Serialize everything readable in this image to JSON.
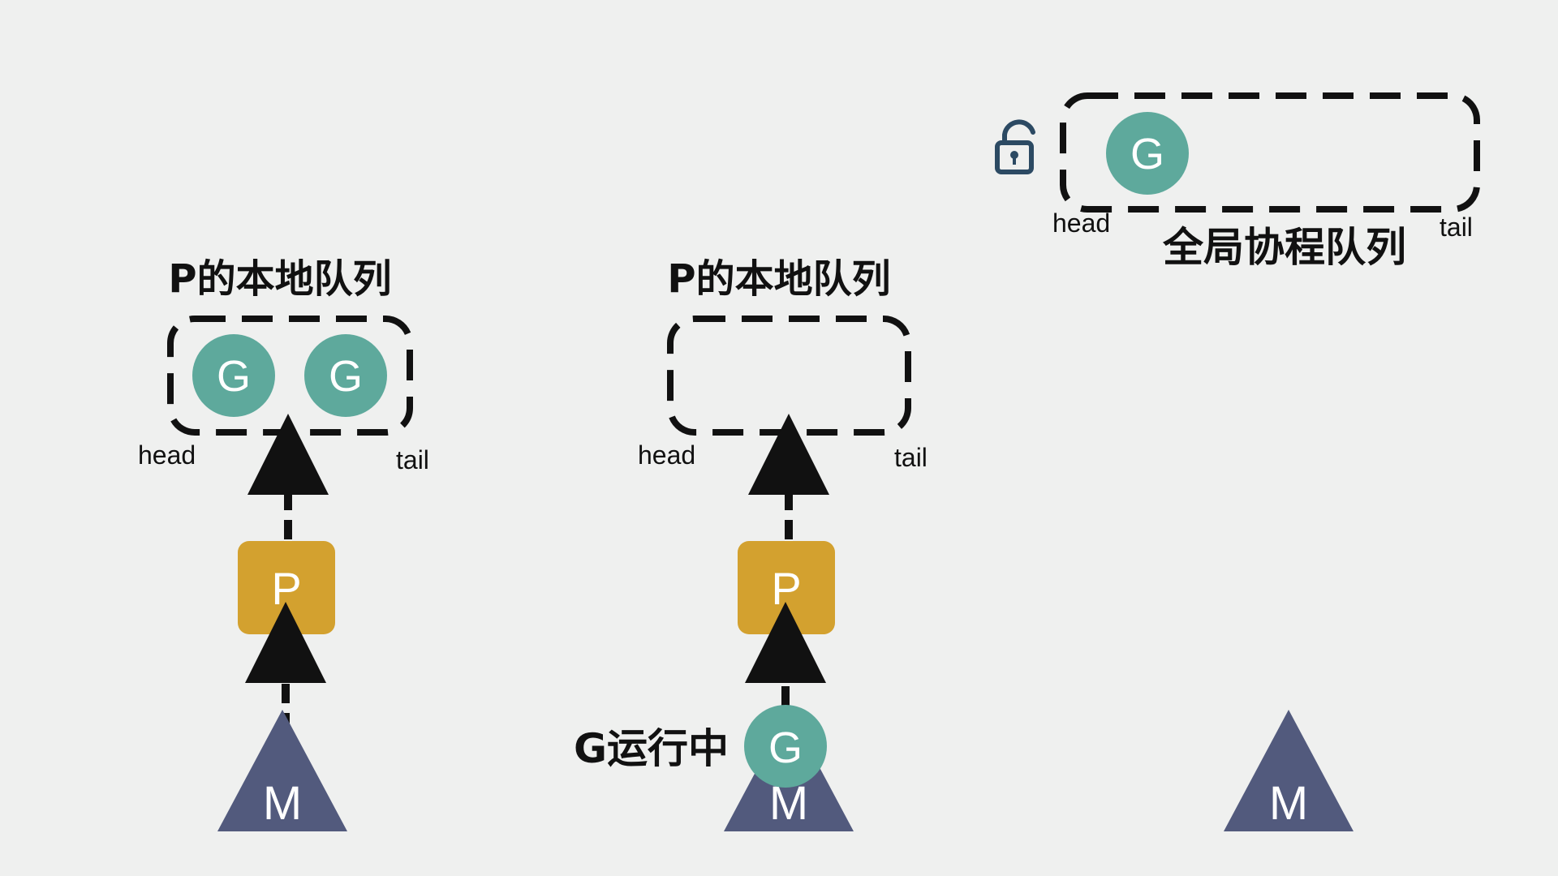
{
  "colors": {
    "background": "#eff0ef",
    "goroutine": "#5ea99c",
    "processor": "#d3a12f",
    "machine": "#525a7d",
    "lock": "#2c4a63",
    "ink": "#111111"
  },
  "panels": [
    {
      "queue_title": "P的本地队列",
      "head_label": "head",
      "tail_label": "tail",
      "queue_items": [
        "G",
        "G"
      ],
      "processor_label": "P",
      "machine_label": "M"
    },
    {
      "queue_title": "P的本地队列",
      "head_label": "head",
      "tail_label": "tail",
      "queue_items": [],
      "processor_label": "P",
      "machine_label": "M",
      "running_label": "G运行中",
      "running_goroutine": "G"
    },
    {
      "machine_label": "M"
    }
  ],
  "global_queue": {
    "title": "全局协程队列",
    "head_label": "head",
    "tail_label": "tail",
    "items": [
      "G"
    ],
    "lock_icon": "unlocked-padlock-icon"
  }
}
